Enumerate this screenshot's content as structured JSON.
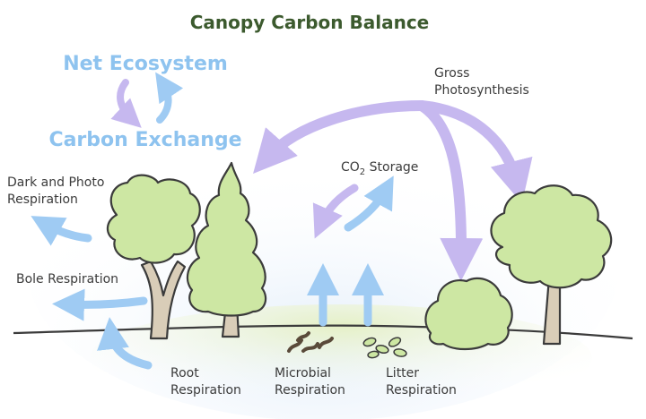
{
  "title": "Canopy Carbon Balance",
  "net_exchange": {
    "line1": "Net Ecosystem",
    "line2": "Carbon Exchange"
  },
  "labels": {
    "gross_photosynthesis": [
      "Gross",
      "Photosynthesis"
    ],
    "co2_storage": {
      "prefix": "CO",
      "subscript": "2",
      "suffix": " Storage"
    },
    "dark_photo_respiration": [
      "Dark and Photo",
      "Respiration"
    ],
    "bole_respiration": "Bole Respiration",
    "root_respiration": [
      "Root",
      "Respiration"
    ],
    "microbial_respiration": [
      "Microbial",
      "Respiration"
    ],
    "litter_respiration": [
      "Litter",
      "Respiration"
    ]
  },
  "colors": {
    "title": "#3c5a2e",
    "respiration_arrow": "#9fcbf3",
    "photosynthesis_arrow": "#c6b8ef",
    "foliage": "#cde7a3",
    "trunk": "#d9cdb8",
    "ground_glow": "#e5f0c6",
    "sky_glow": "#e3eefa"
  }
}
